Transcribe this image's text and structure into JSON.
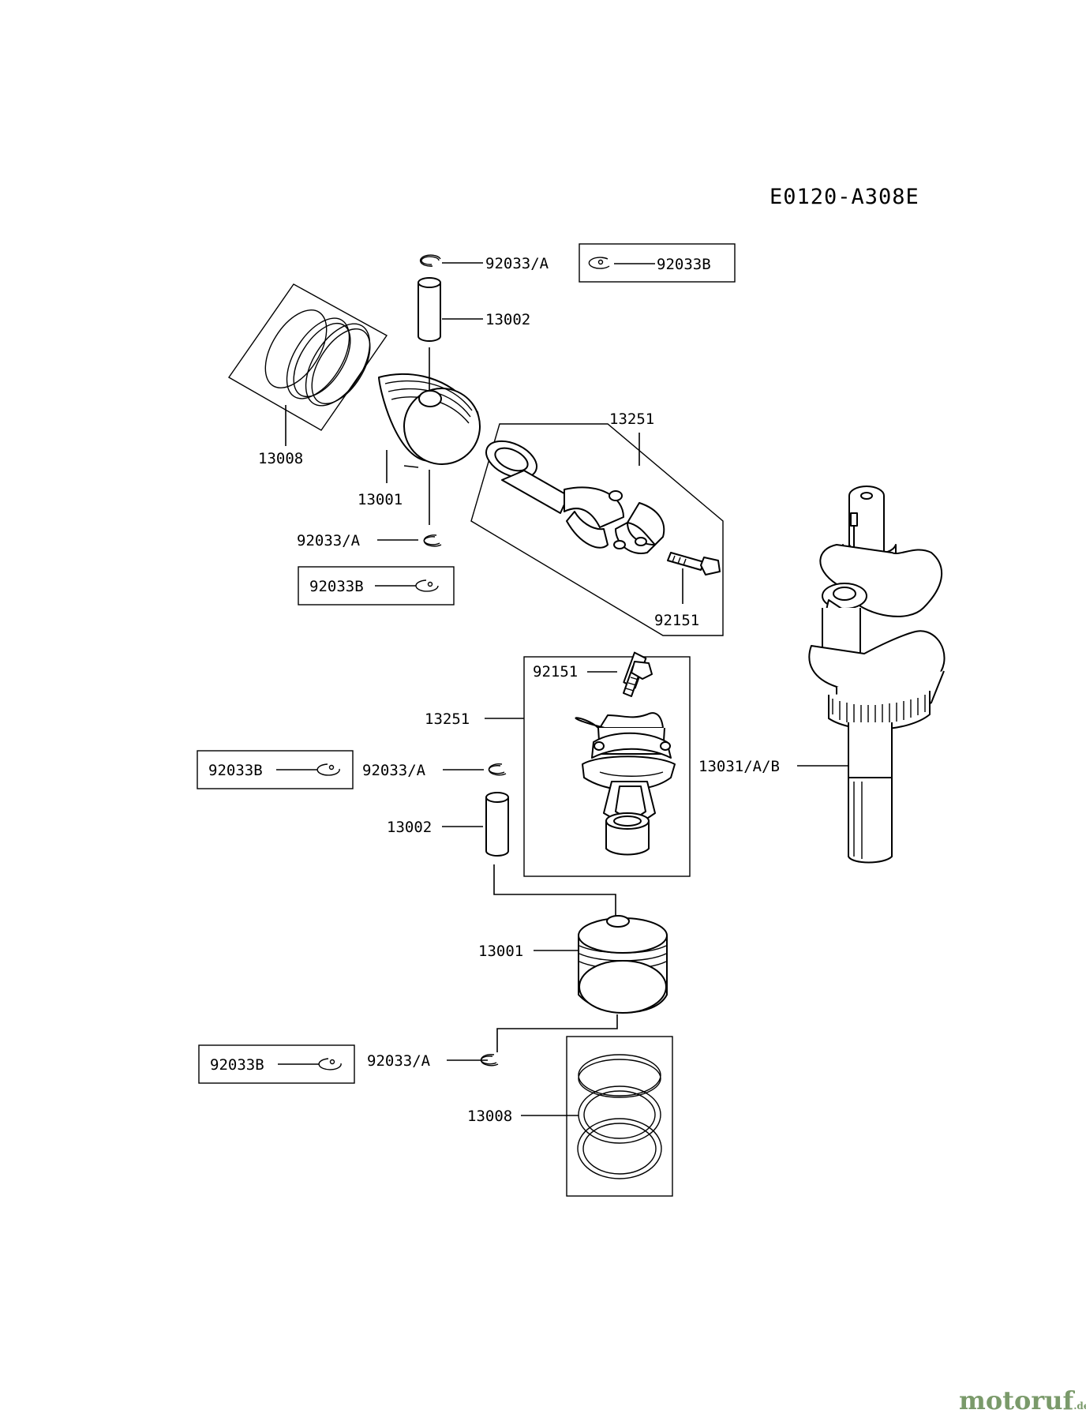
{
  "diagram_code": "E0120-A308E",
  "callouts": {
    "top_clip_a": "92033/A",
    "top_clip_b": "92033B",
    "top_pin": "13002",
    "top_rings": "13008",
    "top_piston": "13001",
    "top_rod": "13251",
    "top_lower_clip_a": "92033/A",
    "top_lower_clip_b": "92033B",
    "top_bolt": "92151",
    "crankshaft": "13031/A/B",
    "bot_bolt": "92151",
    "bot_rod": "13251",
    "bot_clip_b_upper": "92033B",
    "bot_clip_a_upper": "92033/A",
    "bot_pin": "13002",
    "bot_piston": "13001",
    "bot_clip_b_lower": "92033B",
    "bot_clip_a_lower": "92033/A",
    "bot_rings": "13008"
  },
  "watermark": {
    "main": "motoruf",
    "tld": ".de"
  }
}
